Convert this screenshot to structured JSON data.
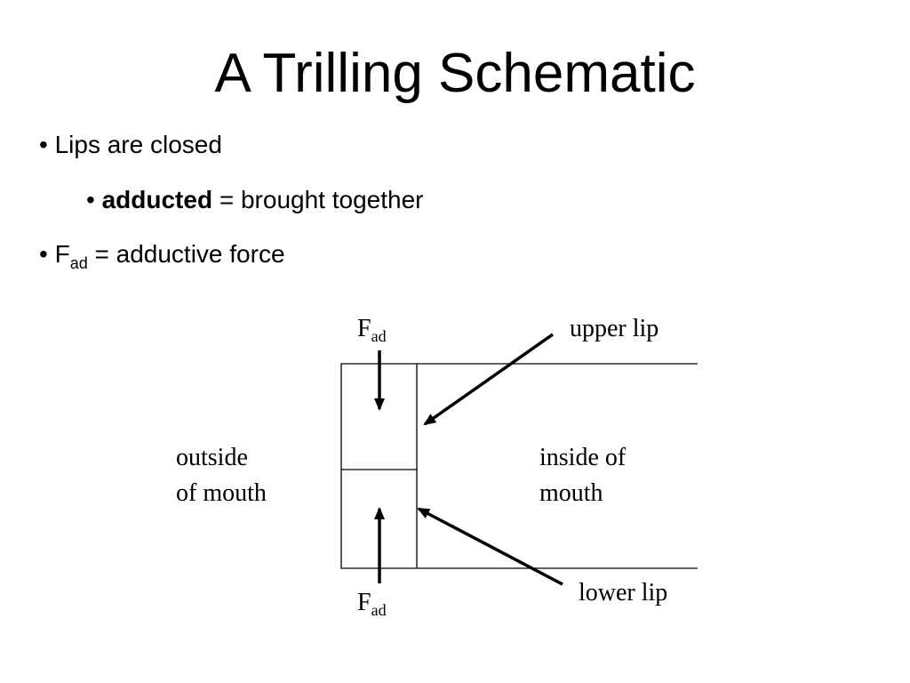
{
  "slide": {
    "title": "A Trilling Schematic"
  },
  "bullets": {
    "b1": "• Lips are closed",
    "b2_prefix": "• ",
    "b2_bold": "adducted",
    "b2_rest": " = brought together",
    "b3_prefix": "• F",
    "b3_sub": "ad",
    "b3_rest": " = adductive force"
  },
  "diagram": {
    "force_symbol": "F",
    "force_subscript": "ad",
    "upper_lip_label": "upper lip",
    "lower_lip_label": "lower lip",
    "outside_line1": "outside",
    "outside_line2": "of mouth",
    "inside_line1": "inside of",
    "inside_line2": "mouth"
  }
}
